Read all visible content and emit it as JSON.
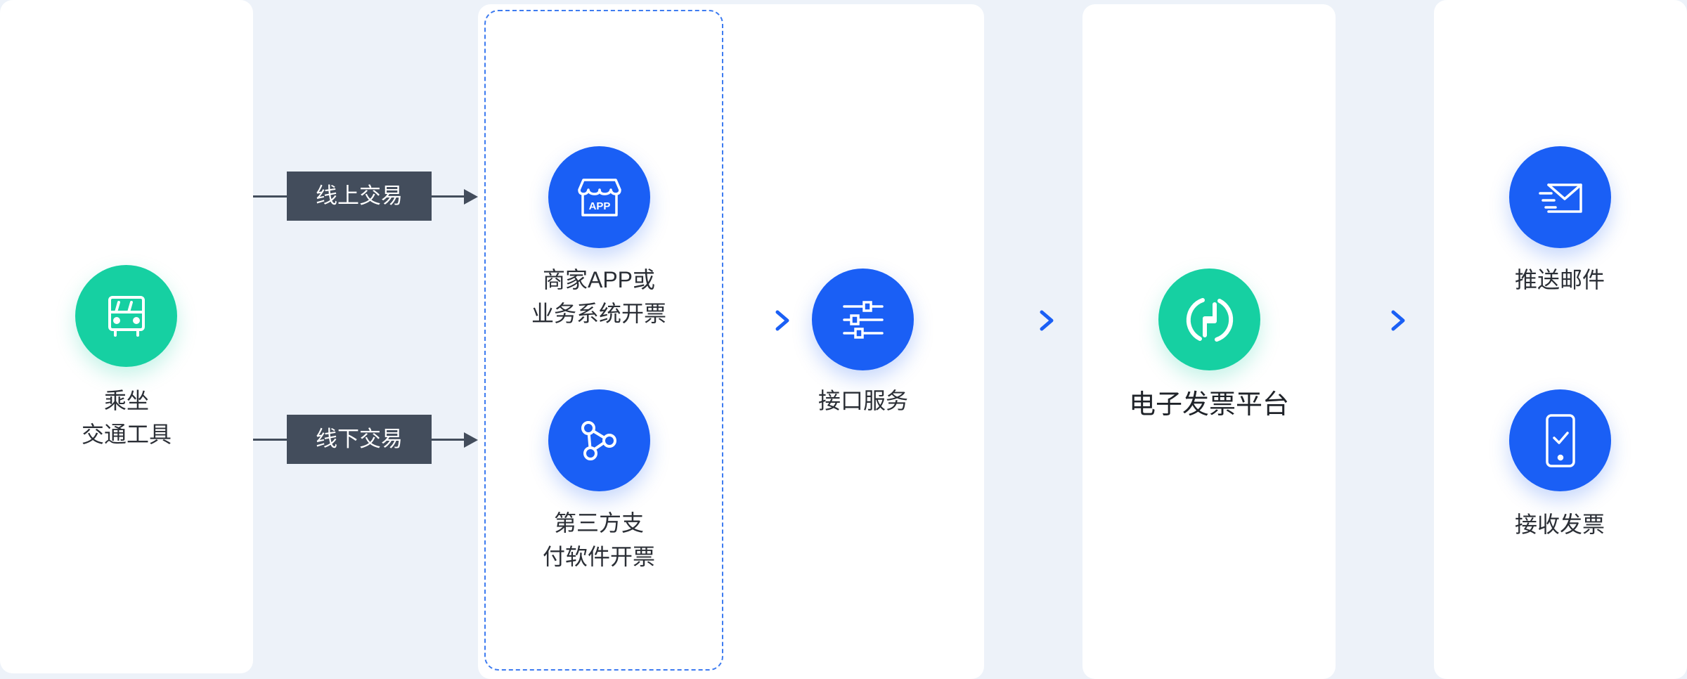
{
  "colors": {
    "background": "#edf2f9",
    "panel": "#ffffff",
    "accent_blue": "#1a5ff5",
    "accent_green": "#16d0a2",
    "tag_bg": "#434d5c",
    "dashed_border": "#3d7bf0"
  },
  "passenger": {
    "icon": "bus-icon",
    "line1": "乘坐",
    "line2": "交通工具"
  },
  "transactions": {
    "online": "线上交易",
    "offline": "线下交易"
  },
  "sources": [
    {
      "icon": "app-store-icon",
      "line1": "商家APP或",
      "line2": "业务系统开票"
    },
    {
      "icon": "share-network-icon",
      "line1": "第三方支",
      "line2": "付软件开票"
    }
  ],
  "interface": {
    "icon": "sliders-icon",
    "label": "接口服务"
  },
  "platform": {
    "icon": "invoice-platform-logo-icon",
    "label": "电子发票平台"
  },
  "outputs": [
    {
      "icon": "mail-icon",
      "label": "推送邮件"
    },
    {
      "icon": "phone-check-icon",
      "label": "接收发票"
    }
  ]
}
